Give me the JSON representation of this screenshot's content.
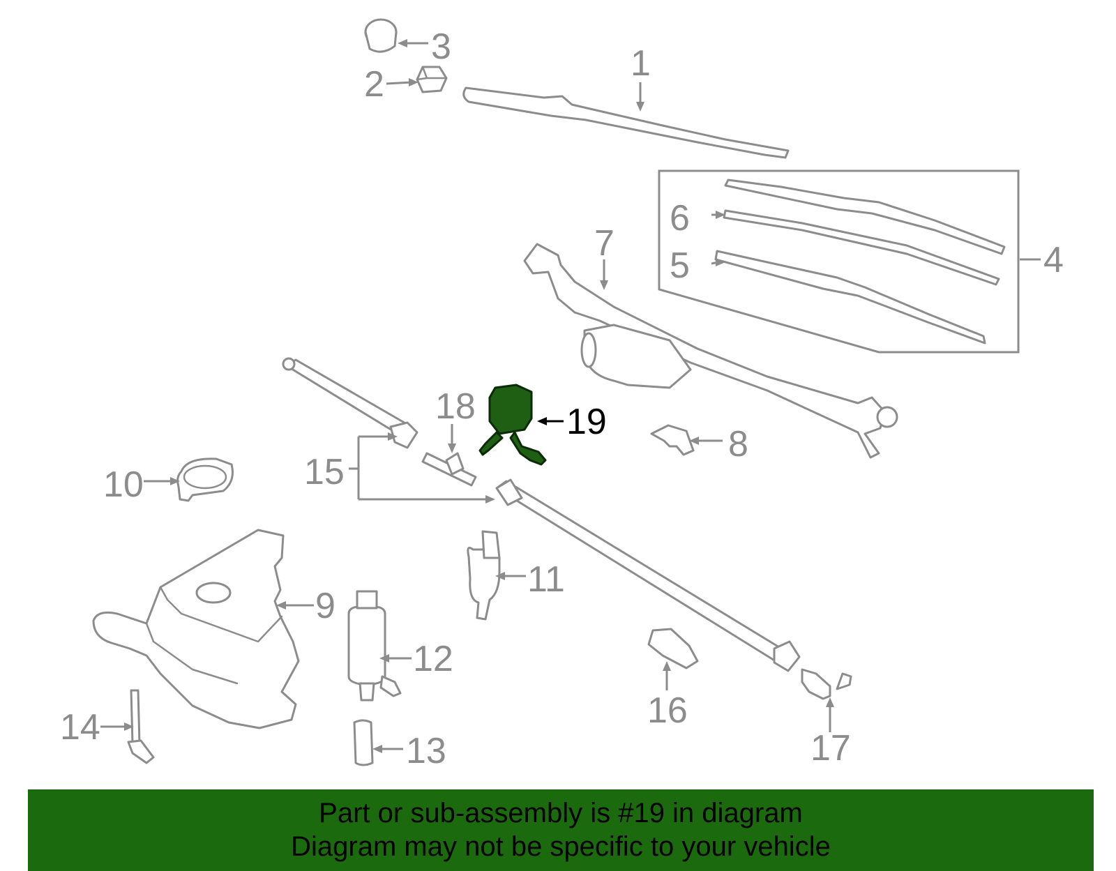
{
  "colors": {
    "line_art": "#8c8c8c",
    "highlight_part": "#1f5f14",
    "banner_background": "#1b6b0e",
    "banner_text": "#000000"
  },
  "callouts": [
    "1",
    "2",
    "3",
    "4",
    "5",
    "6",
    "7",
    "8",
    "9",
    "10",
    "11",
    "12",
    "13",
    "14",
    "15",
    "16",
    "17",
    "18",
    "19"
  ],
  "highlighted_callout": "19",
  "footer": {
    "line1": "Part or sub-assembly is #19 in diagram",
    "line2": "Diagram may not be specific to your vehicle"
  }
}
